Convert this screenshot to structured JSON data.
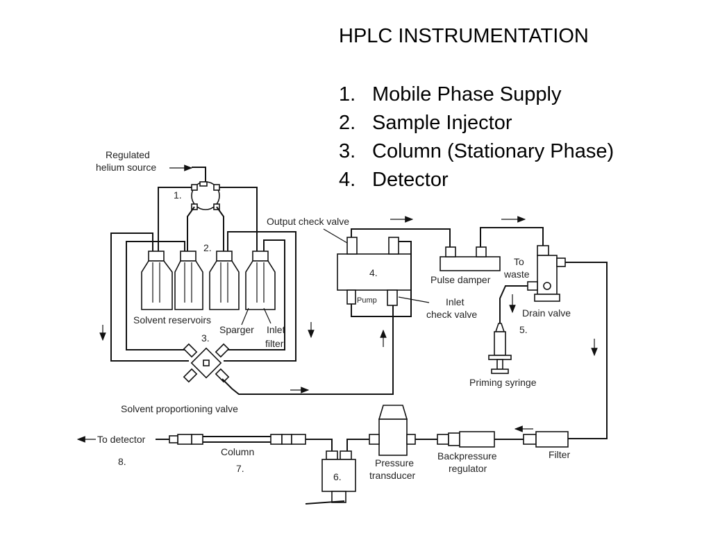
{
  "title": "HPLC INSTRUMENTATION",
  "list": [
    {
      "num": "1.",
      "text": "Mobile Phase Supply"
    },
    {
      "num": "2.",
      "text": "Sample Injector"
    },
    {
      "num": "3.",
      "text": "Column (Stationary Phase)"
    },
    {
      "num": "4.",
      "text": "Detector"
    }
  ],
  "diagram": {
    "regulated": "Regulated",
    "helium_source": "helium source",
    "n1": "1.",
    "n2": "2.",
    "n3": "3.",
    "n4": "4.",
    "n5": "5.",
    "n6": "6.",
    "n7": "7.",
    "n8": "8.",
    "output_check_valve": "Output check valve",
    "solvent_reservoirs": "Solvent reservoirs",
    "sparger": "Sparger",
    "inlet": "Inlet",
    "filter_word": "filter",
    "pump": "Pump",
    "inlet_check": "Inlet",
    "check_valve": "check valve",
    "pulse_damper": "Pulse damper",
    "to": "To",
    "waste": "waste",
    "drain_valve": "Drain valve",
    "priming_syringe": "Priming syringe",
    "solvent_proportioning_valve": "Solvent proportioning valve",
    "to_detector": "To detector",
    "column": "Column",
    "pressure": "Pressure",
    "transducer": "transducer",
    "backpressure": "Backpressure",
    "regulator": "regulator",
    "filter": "Filter"
  }
}
